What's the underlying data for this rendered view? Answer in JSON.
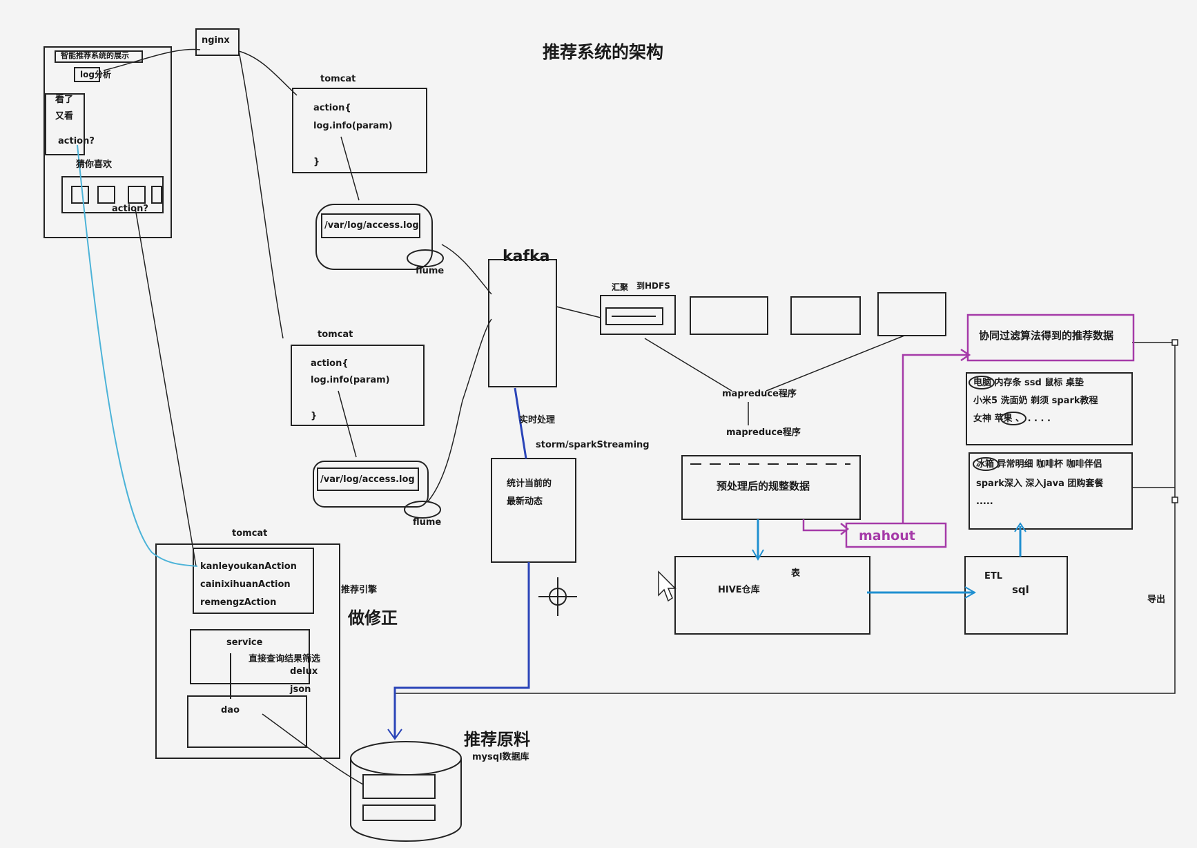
{
  "title": "推荐系统的架构",
  "browser": {
    "banner": "智能推荐系统的展示",
    "log_label": "log分析",
    "saw_lines": [
      "看了",
      "又看"
    ],
    "action_q": "action?",
    "guess_label": "猜你喜欢",
    "action_q2": "action?"
  },
  "nginx": "nginx",
  "tomcat1": {
    "label": "tomcat",
    "lines": [
      "action{",
      "log.info(param)",
      "}"
    ],
    "log": "/var/log/access.log",
    "flume": "flume"
  },
  "tomcat2": {
    "label": "tomcat",
    "lines": [
      "action{",
      "log.info(param)",
      "}"
    ],
    "log": "/var/log/access.log",
    "flume": "flume"
  },
  "tomcat3": {
    "label": "tomcat",
    "actions": [
      "kanleyoukanAction",
      "cainixihuanAction",
      "remengzAction"
    ],
    "engine": "推荐引擎",
    "fix": "做修正",
    "service": "service",
    "service_note": [
      "直接查询结果筛选",
      "delux",
      "json"
    ],
    "dao": "dao"
  },
  "kafka": "kafka",
  "realtime": {
    "label": "实时处理",
    "tech": "storm/sparkStreaming",
    "box": [
      "统计当前的",
      "最新动态"
    ]
  },
  "hdfs": {
    "label": "汇聚",
    "label2": "到HDFS"
  },
  "mapreduce1": "mapreduce程序",
  "mapreduce2": "mapreduce程序",
  "clean_data": "预处理后的规整数据",
  "mahout": "mahout",
  "hive": {
    "label": "HIVE仓库",
    "table": "表"
  },
  "etl": {
    "label": "ETL",
    "sql": "sql"
  },
  "cf_result": "协同过滤算法得到的推荐数据",
  "result1": [
    "电脑 内存条 ssd 鼠标 桌垫",
    "小米5 洗面奶 剃须 spark教程",
    "女神 苹果 、 . . . ."
  ],
  "result2": [
    "冰箱 异常明细 咖啡杯 咖啡伴侣",
    "spark深入 深入java 团购套餐",
    "....."
  ],
  "export": "导出",
  "db": {
    "label": "推荐原料",
    "sub": "mysql数据库"
  }
}
